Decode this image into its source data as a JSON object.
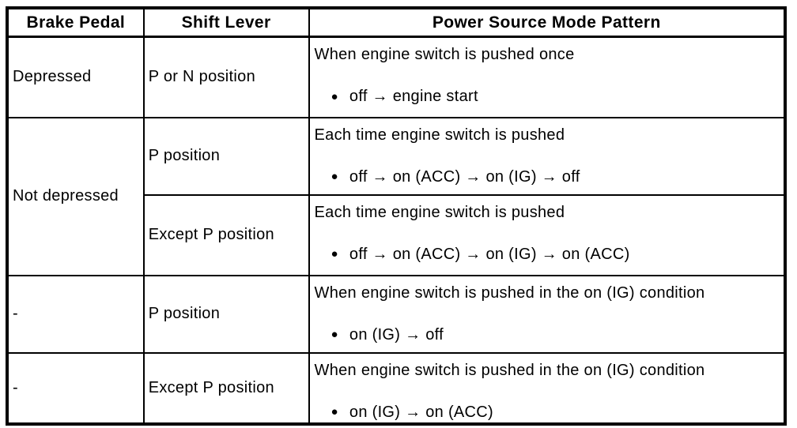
{
  "table": {
    "bullet": "●",
    "headers": [
      "Brake Pedal",
      "Shift Lever",
      "Power Source Mode Pattern"
    ],
    "rows": [
      {
        "brake": "Depressed",
        "shift": "P or N position",
        "condition": "When engine switch is pushed once",
        "sequence": "off → engine start"
      },
      {
        "brake": "Not depressed",
        "shift": "P position",
        "condition": "Each time engine switch is pushed",
        "sequence": "off → on (ACC) → on (IG) → off"
      },
      {
        "shift": "Except P position",
        "condition": "Each time engine switch is pushed",
        "sequence": "off → on (ACC) → on (IG) → on (ACC)"
      },
      {
        "brake": "-",
        "shift": "P position",
        "condition": "When engine switch is pushed in the on (IG) condition",
        "sequence": "on (IG) → off"
      },
      {
        "brake": "-",
        "shift": "Except P position",
        "condition": "When engine switch is pushed in the on (IG) condition",
        "sequence": "on (IG) → on (ACC)"
      }
    ]
  }
}
